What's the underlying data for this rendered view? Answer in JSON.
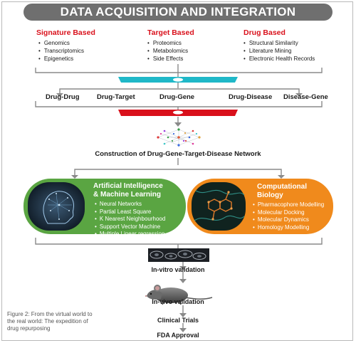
{
  "header": {
    "title": "DATA ACQUISITION AND INTEGRATION"
  },
  "sources": [
    {
      "title": "Signature Based",
      "items": [
        "Genomics",
        "Transcriptomics",
        "Epigenetics"
      ]
    },
    {
      "title": "Target Based",
      "items": [
        "Proteomics",
        "Metabolomics",
        "Side Effects"
      ]
    },
    {
      "title": "Drug Based",
      "items": [
        "Structural Similarity",
        "Literature Mining",
        "Electronic Health Records"
      ]
    }
  ],
  "relations": [
    "Drug-Drug",
    "Drug-Target",
    "Drug-Gene",
    "Drug-Disease",
    "Disease-Gene"
  ],
  "network": {
    "label": "Construction of Drug-Gene-Target-Disease Network"
  },
  "ai_panel": {
    "title_line1": "Artificial Intelligence",
    "title_line2": "& Machine Learning",
    "items": [
      "Neural Networks",
      "Partial Least Square",
      "K Nearest Neighbourhood",
      "Support Vector Machine",
      "Multiple Linear regression"
    ]
  },
  "bio_panel": {
    "title_line1": "Computational",
    "title_line2": "Biology",
    "items": [
      "Pharmacophore Modelling",
      "Molecular Docking",
      "Molecular Dynamics",
      "Homology Modelling"
    ]
  },
  "steps": {
    "in_vitro": "In-vitro validation",
    "in_vivo": "In-vivo validation",
    "clinical": "Clinical Trials",
    "fda": "FDA Approval"
  },
  "caption": "Figure 2: From the virtual world to the real world: The expedition of drug repurposing",
  "colors": {
    "header_bg": "#6f6f6f",
    "accent_red": "#d9101b",
    "teal_bar": "#1fb8c8",
    "ai_green": "#5aa542",
    "bio_orange": "#f08a1c",
    "connector": "#8a8a8a"
  },
  "icons": {
    "network": "network-graph-image",
    "ai": "ai-head-image",
    "bio": "molecule-image",
    "cells": "cell-microscopy-image",
    "mouse": "mouse-image"
  }
}
